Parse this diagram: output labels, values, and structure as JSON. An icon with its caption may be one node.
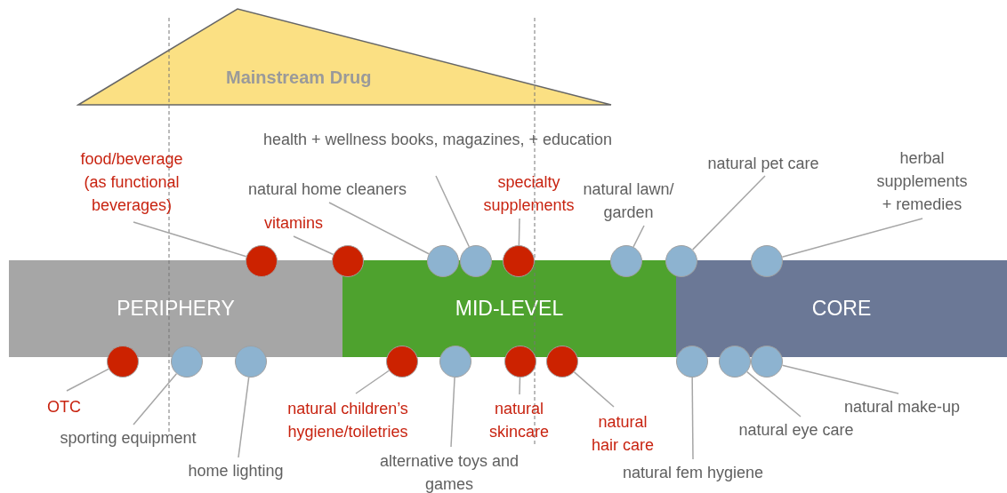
{
  "diagram": {
    "nodes": [
      {
        "text": [
          "Mainstream Drug"
        ]
      },
      {
        "text": [
          "food/beverage (as functional beverages)"
        ]
      },
      {
        "text": [
          "vitamins"
        ]
      },
      {
        "text": [
          "natural home cleaners"
        ]
      },
      {
        "text": [
          "health + wellness books, magazines, + education"
        ]
      },
      {
        "text": [
          "specialty supplements"
        ]
      },
      {
        "text": [
          "natural lawn/ garden"
        ]
      },
      {
        "text": [
          "natural pet care"
        ]
      },
      {
        "text": [
          "herbal supplements + remedies"
        ]
      },
      {
        "text": [],
        "shape": "circle"
      },
      {
        "text": [],
        "shape": "circle"
      },
      {
        "text": [],
        "shape": "circle"
      },
      {
        "text": [],
        "shape": "circle"
      },
      {
        "text": [],
        "shape": "circle"
      },
      {
        "text": [],
        "shape": "circle"
      },
      {
        "text": [],
        "shape": "circle"
      },
      {
        "text": [],
        "shape": "circle"
      },
      {
        "text": [
          "PERIPHERY"
        ]
      },
      {
        "text": [
          "MID-LEVEL"
        ]
      },
      {
        "text": [
          "CORE"
        ]
      },
      {
        "text": [],
        "shape": "circle"
      },
      {
        "text": [],
        "shape": "circle"
      },
      {
        "text": [],
        "shape": "circle"
      },
      {
        "text": [],
        "shape": "circle"
      },
      {
        "text": [],
        "shape": "circle"
      },
      {
        "text": [],
        "shape": "circle"
      },
      {
        "text": [],
        "shape": "circle"
      },
      {
        "text": [],
        "shape": "circle"
      },
      {
        "text": [],
        "shape": "circle"
      },
      {
        "text": [],
        "shape": "circle"
      },
      {
        "text": [
          "OTC"
        ]
      },
      {
        "text": [
          "sporting equipment"
        ]
      },
      {
        "text": [
          "home lighting"
        ]
      },
      {
        "text": [
          "natural children’s hygiene/toiletries"
        ]
      },
      {
        "text": [
          "alternative toys and games"
        ]
      },
      {
        "text": [
          "natural skincare"
        ]
      },
      {
        "text": [
          "natural hair care"
        ]
      },
      {
        "text": [
          "natural fem hygiene"
        ]
      },
      {
        "text": [
          "natural eye care"
        ]
      },
      {
        "text": [
          "natural make-up"
        ]
      }
    ],
    "edges": [
      {
        "from": 1,
        "to": 9,
        "arrow": "none"
      },
      {
        "from": 2,
        "to": 10,
        "arrow": "none"
      },
      {
        "from": 3,
        "to": 11,
        "arrow": "none"
      },
      {
        "from": 4,
        "to": 12,
        "arrow": "none"
      },
      {
        "from": 5,
        "to": 13,
        "arrow": "none"
      },
      {
        "from": 6,
        "to": 14,
        "arrow": "none"
      },
      {
        "from": 7,
        "to": 15,
        "arrow": "none"
      },
      {
        "from": 8,
        "to": 16,
        "arrow": "none"
      },
      {
        "from": 30,
        "to": 20,
        "arrow": "none"
      },
      {
        "from": 31,
        "to": 21,
        "arrow": "none"
      },
      {
        "from": 32,
        "to": 22,
        "arrow": "none"
      },
      {
        "from": 33,
        "to": 23,
        "arrow": "none"
      },
      {
        "from": 34,
        "to": 24,
        "arrow": "none"
      },
      {
        "from": 35,
        "to": 25,
        "arrow": "none"
      },
      {
        "from": 36,
        "to": 26,
        "arrow": "none"
      },
      {
        "from": 37,
        "to": 27,
        "arrow": "none"
      },
      {
        "from": 38,
        "to": 28,
        "arrow": "none"
      },
      {
        "from": 39,
        "to": 29,
        "arrow": "none"
      }
    ]
  }
}
